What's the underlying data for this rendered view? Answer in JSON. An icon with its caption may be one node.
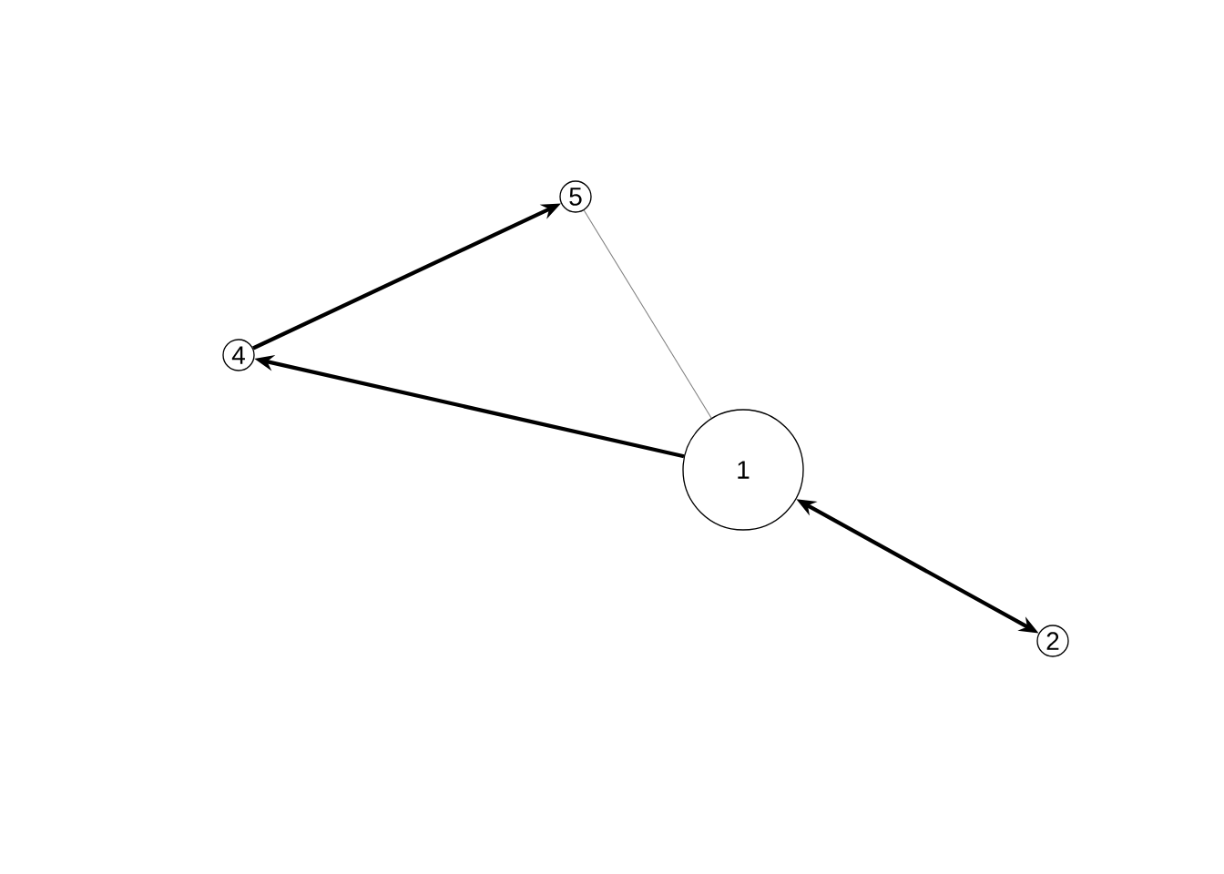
{
  "diagram": {
    "nodes": [
      {
        "text": [
          "5"
        ]
      },
      {
        "text": [
          "4"
        ]
      },
      {
        "text": [
          "1"
        ]
      },
      {
        "text": [
          "2"
        ]
      }
    ],
    "edges": [
      {
        "from": 2,
        "to": 1,
        "arrow": "to"
      },
      {
        "from": 1,
        "to": 0,
        "arrow": "to"
      },
      {
        "from": 2,
        "to": 3,
        "arrow": "both"
      },
      {
        "from": 0,
        "to": 2,
        "arrow": "none",
        "color": "#808080"
      }
    ]
  }
}
